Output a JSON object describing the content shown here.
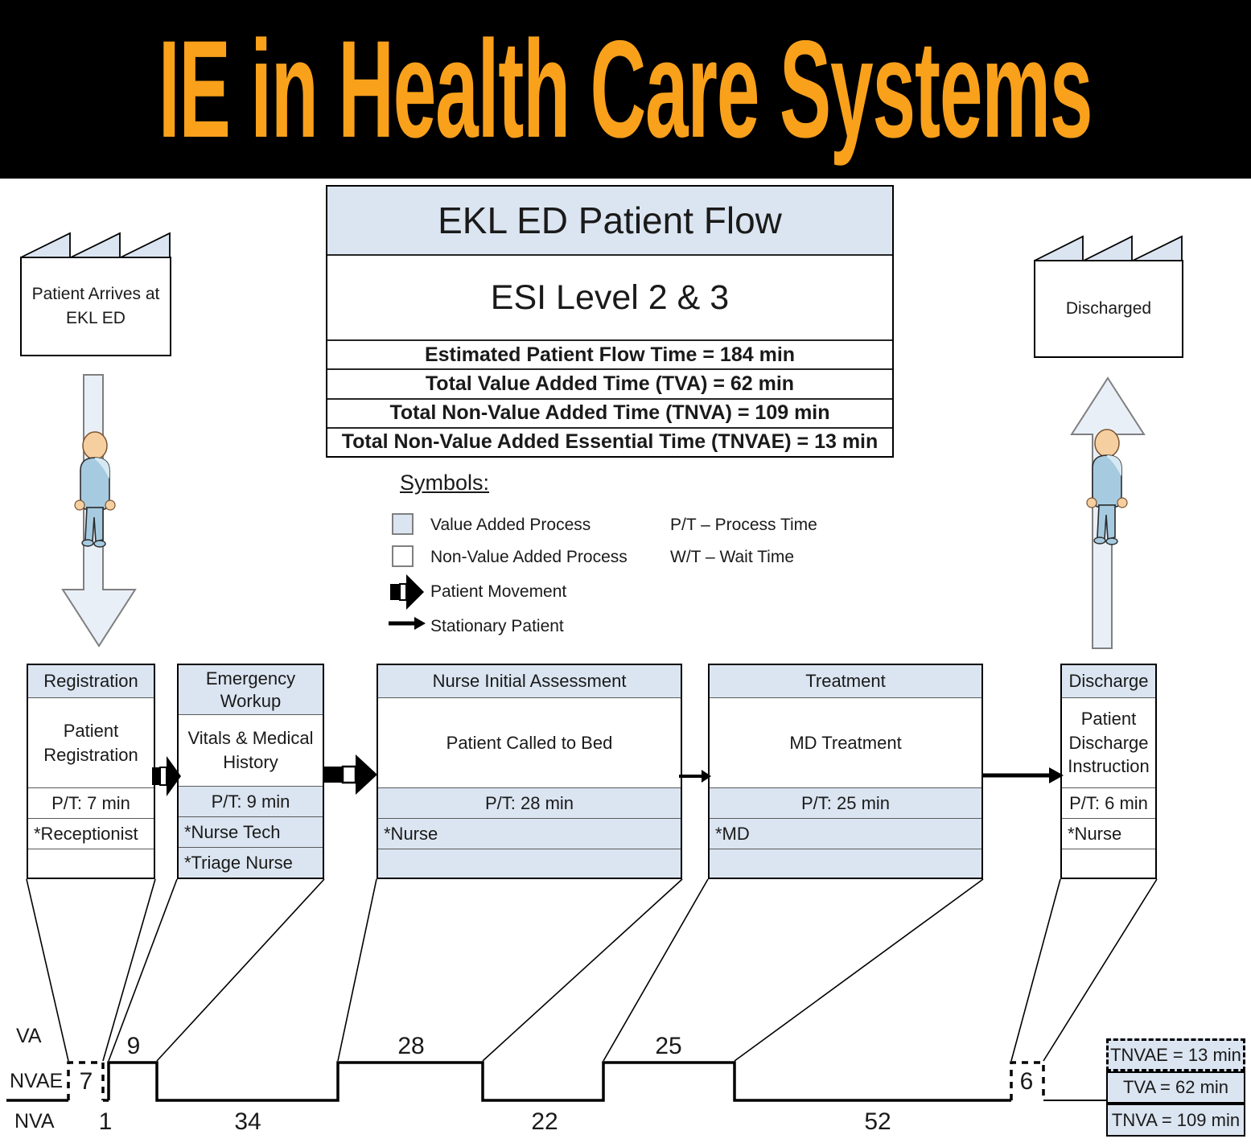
{
  "banner": {
    "title": "IE in Health Care Systems"
  },
  "title_box": {
    "title": "EKL ED Patient Flow",
    "subtitle": "ESI Level 2 & 3",
    "stats": [
      "Estimated Patient Flow Time = 184 min",
      "Total Value Added Time (TVA) = 62 min",
      "Total Non-Value Added Time (TNVA) = 109 min",
      "Total Non-Value Added Essential Time (TNVAE) = 13 min"
    ]
  },
  "endpoints": {
    "start": "Patient Arrives at EKL ED",
    "end": "Discharged"
  },
  "legend": {
    "heading": "Symbols:",
    "items": [
      {
        "icon": "value-added-swatch",
        "label": "Value Added Process"
      },
      {
        "icon": "non-value-added-swatch",
        "label": "Non-Value Added Process"
      },
      {
        "icon": "patient-movement-arrow",
        "label": "Patient Movement"
      },
      {
        "icon": "stationary-patient-arrow",
        "label": "Stationary Patient"
      }
    ],
    "abbreviations": [
      "P/T – Process Time",
      "W/T – Wait Time"
    ]
  },
  "processes": [
    {
      "header": "Registration",
      "body": "Patient Registration",
      "process_time": "P/T: 7 min",
      "staff": [
        "*Receptionist"
      ],
      "value_added": false
    },
    {
      "header": "Emergency Workup",
      "body": "Vitals & Medical History",
      "process_time": "P/T: 9 min",
      "staff": [
        "*Nurse Tech",
        "*Triage Nurse"
      ],
      "value_added": true
    },
    {
      "header": "Nurse Initial Assessment",
      "body": "Patient Called to Bed",
      "process_time": "P/T: 28 min",
      "staff": [
        "*Nurse"
      ],
      "value_added": true
    },
    {
      "header": "Treatment",
      "body": "MD Treatment",
      "process_time": "P/T: 25 min",
      "staff": [
        "*MD"
      ],
      "value_added": true
    },
    {
      "header": "Discharge",
      "body": "Patient Discharge Instruction",
      "process_time": "P/T: 6 min",
      "staff": [
        "*Nurse"
      ],
      "value_added": false
    }
  ],
  "timeline": {
    "levels": [
      "VA",
      "NVAE",
      "NVA"
    ],
    "segments": [
      {
        "value": "7",
        "type": "NVAE"
      },
      {
        "value": "1",
        "type": "NVA"
      },
      {
        "value": "9",
        "type": "VA"
      },
      {
        "value": "34",
        "type": "NVA"
      },
      {
        "value": "28",
        "type": "VA"
      },
      {
        "value": "22",
        "type": "NVA"
      },
      {
        "value": "25",
        "type": "VA"
      },
      {
        "value": "52",
        "type": "NVA"
      },
      {
        "value": "6",
        "type": "NVAE"
      }
    ],
    "totals": [
      {
        "label": "TNVAE = 13 min",
        "style": "dashed"
      },
      {
        "label": "TVA = 62 min",
        "style": "solid"
      },
      {
        "label": "TNVA = 109 min",
        "style": "solid"
      }
    ]
  },
  "colors": {
    "banner_bg": "#000000",
    "banner_text": "#F9A11B",
    "value_added_fill": "#DBE5F1",
    "non_value_added_fill": "#FFFFFF",
    "arrow_fill": "#E9EFF7"
  }
}
